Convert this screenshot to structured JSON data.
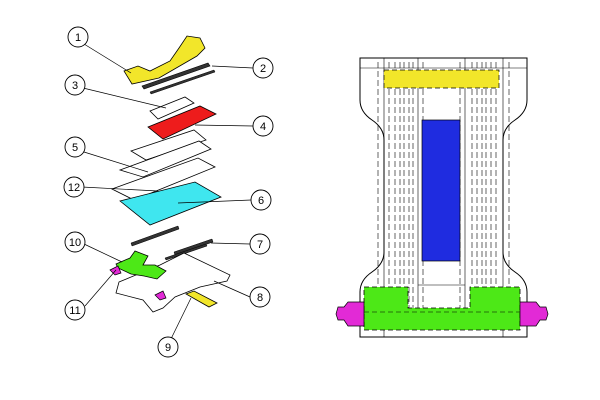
{
  "colors": {
    "yellow": "#f2e62a",
    "red": "#ee1c1c",
    "cyan": "#3fe6ef",
    "green": "#4de817",
    "magenta": "#e22ad6",
    "blue": "#1f2ce0",
    "line": "#000000",
    "sheet": "#ffffff"
  },
  "callouts": [
    {
      "id": "1",
      "label": "1"
    },
    {
      "id": "2",
      "label": "2"
    },
    {
      "id": "3",
      "label": "3"
    },
    {
      "id": "4",
      "label": "4"
    },
    {
      "id": "5",
      "label": "5"
    },
    {
      "id": "6",
      "label": "6"
    },
    {
      "id": "7",
      "label": "7"
    },
    {
      "id": "8",
      "label": "8"
    },
    {
      "id": "9",
      "label": "9"
    },
    {
      "id": "10",
      "label": "10"
    },
    {
      "id": "11",
      "label": "11"
    },
    {
      "id": "12",
      "label": "12"
    }
  ]
}
